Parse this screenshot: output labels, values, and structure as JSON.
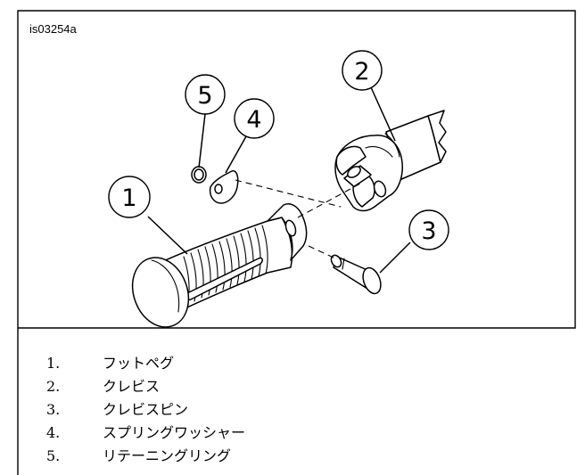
{
  "figure_id": "is03254a",
  "callouts": [
    {
      "number": "1"
    },
    {
      "number": "2"
    },
    {
      "number": "3"
    },
    {
      "number": "4"
    },
    {
      "number": "5"
    }
  ],
  "legend": [
    {
      "index": "1.",
      "label": "フットペグ"
    },
    {
      "index": "2.",
      "label": "クレビス"
    },
    {
      "index": "3.",
      "label": "クレビスピン"
    },
    {
      "index": "4.",
      "label": "スプリングワッシャー"
    },
    {
      "index": "5.",
      "label": "リテーニングリング"
    }
  ]
}
